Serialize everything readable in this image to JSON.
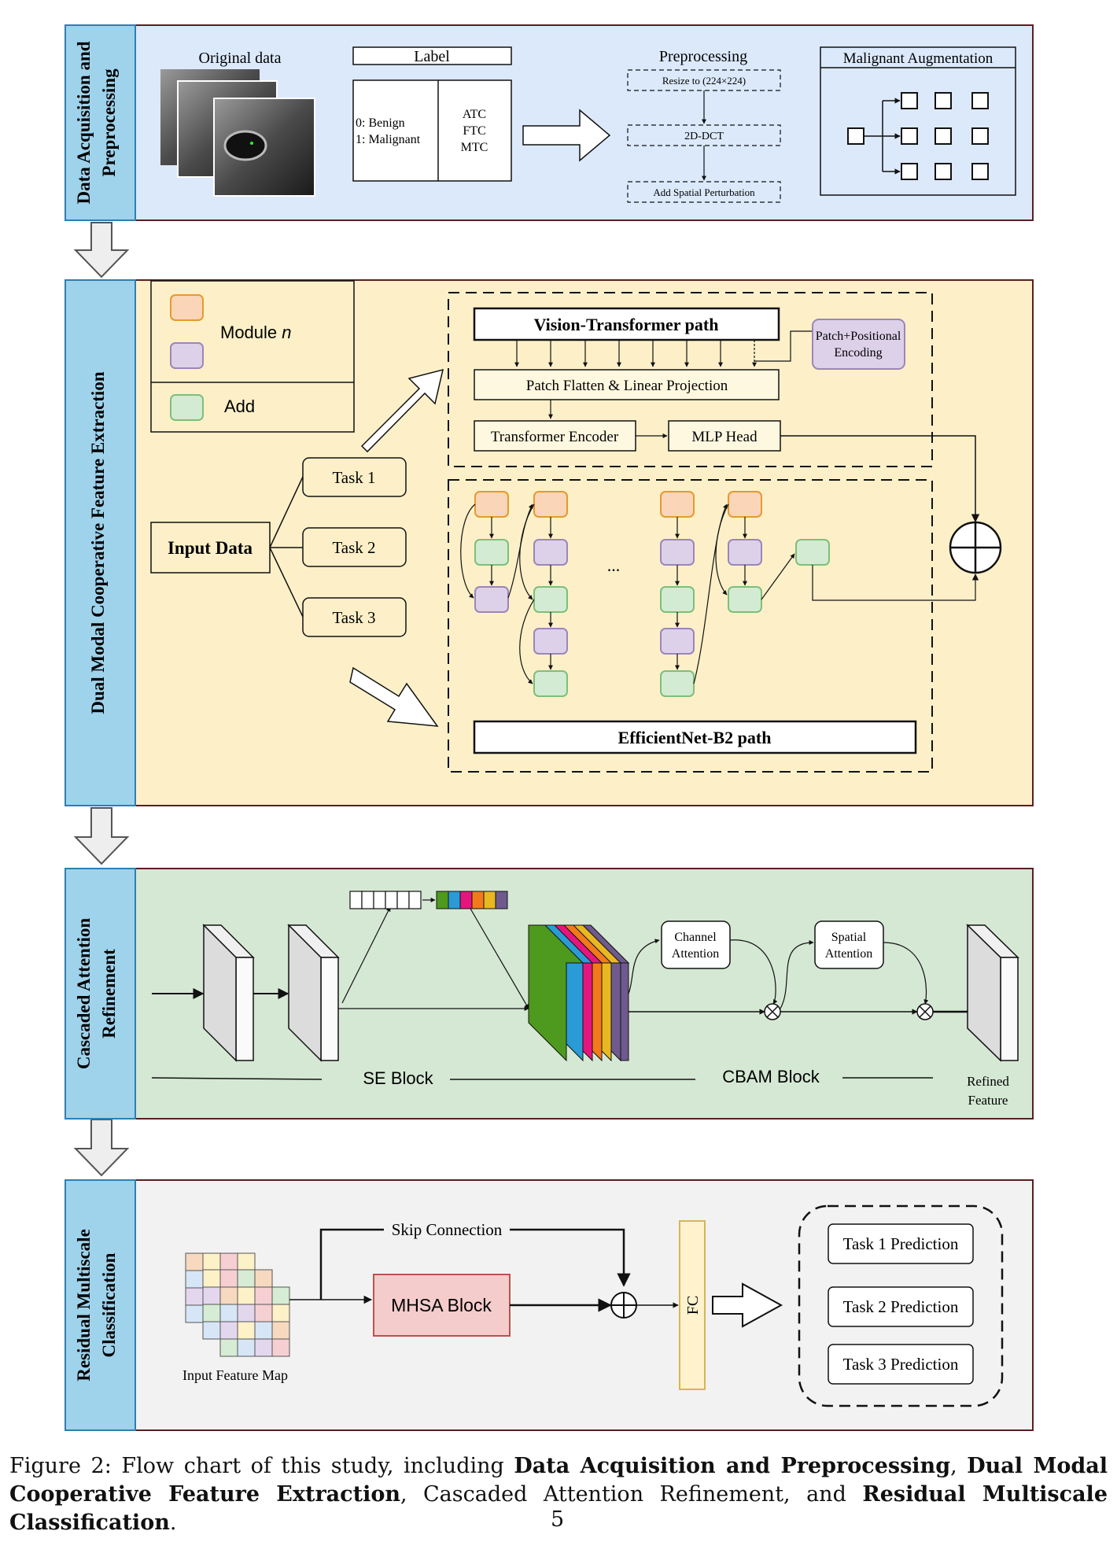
{
  "sections": {
    "s1": {
      "label_line1": "Data Acquisition and",
      "label_line2": "Preprocessing"
    },
    "s2": {
      "label": "Dual  Modal  Cooperative Feature Extraction"
    },
    "s3": {
      "label_line1": "Cascaded Attention",
      "label_line2": "Refinement"
    },
    "s4": {
      "label_line1": "Residual Multiscale",
      "label_line2": "Classification"
    }
  },
  "s1": {
    "original_data": "Original data",
    "label_header": "Label",
    "label_left_1": "0: Benign",
    "label_left_2": "1: Malignant",
    "label_right_1": "ATC",
    "label_right_2": "FTC",
    "label_right_3": "MTC",
    "preprocessing": "Preprocessing",
    "pre_step1": "Resize to (224×224)",
    "pre_step2": "2D-DCT",
    "pre_step3": "Add Spatial Perturbation",
    "malignant_aug": "Malignant Augmentation"
  },
  "s2": {
    "legend_module": "Module",
    "legend_module_n": "n",
    "legend_add": "Add",
    "input_data": "Input Data",
    "task1": "Task 1",
    "task2": "Task 2",
    "task3": "Task 3",
    "vit_path": "Vision-Transformer path",
    "patch_pos_1": "Patch+Positional",
    "patch_pos_2": "Encoding",
    "patch_flatten": "Patch Flatten & Linear Projection",
    "transformer_encoder": "Transformer Encoder",
    "mlp_head": "MLP Head",
    "ellipsis": "...",
    "effnet_path": "EfficientNet-B2 path"
  },
  "s3": {
    "channel_attention_1": "Channel",
    "channel_attention_2": "Attention",
    "spatial_attention_1": "Spatial",
    "spatial_attention_2": "Attention",
    "se_block": "SE Block",
    "cbam_block": "CBAM Block",
    "refined_1": "Refined",
    "refined_2": "Feature",
    "color_stack": [
      "#4e9a1e",
      "#2a9bd6",
      "#e6157e",
      "#f27a1a",
      "#e8b820",
      "#6f5a8e"
    ]
  },
  "s4": {
    "skip_connection": "Skip Connection",
    "mhsa_block": "MHSA Block",
    "fc": "FC",
    "input_feature_map": "Input Feature Map",
    "task1_pred": "Task 1 Prediction",
    "task2_pred": "Task 2 Prediction",
    "task3_pred": "Task 3 Prediction"
  },
  "caption": {
    "prefix": "Figure 2:  Flow chart of this study, including ",
    "b1": "Data Acquisition and Preprocessing",
    "sep1": ", ",
    "b2": "Dual Modal Cooperative Feature Extraction",
    "sep2": ", Cascaded Attention Refinement, and ",
    "b3": "Residual Multiscale Classification",
    "end": "."
  },
  "page_number": "5"
}
